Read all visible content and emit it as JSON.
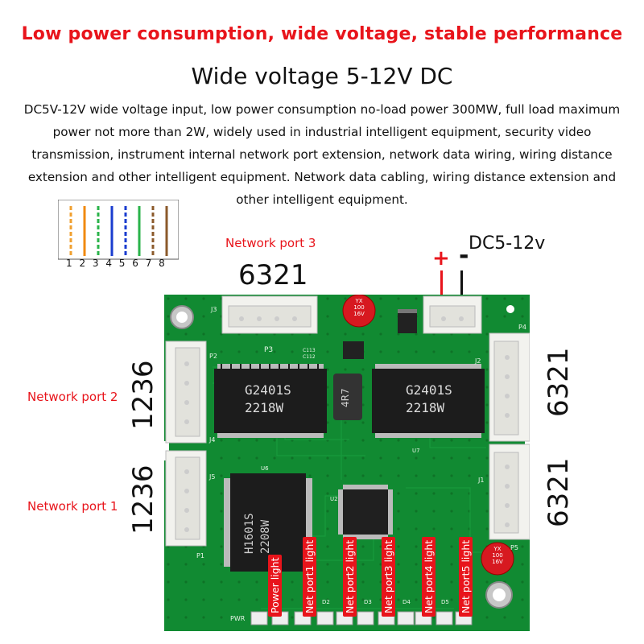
{
  "headline": "Low power consumption, wide voltage, stable performance",
  "subtitle": "Wide voltage 5-12V DC",
  "description": "DC5V-12V wide voltage input, low power consumption no-load power 300MW, full load maximum power not more than 2W, widely used in industrial intelligent equipment, security video transmission, instrument internal network port extension, network data wiring, wiring distance extension and other intelligent equipment. Network data cabling, wiring distance extension and other intelligent equipment.",
  "wiring": {
    "pin_numbers": "1 2 3 4 5 6 7 8"
  },
  "power": {
    "label": "DC5-12v",
    "plus": "+",
    "minus": "-"
  },
  "ports": {
    "port3": {
      "label": "Network port 3",
      "pins": "6321"
    },
    "port2": {
      "label": "Network port 2",
      "pins": "1236"
    },
    "port1": {
      "label": "Network port 1",
      "pins": "1236"
    },
    "port4": {
      "pins": "6321"
    },
    "port5": {
      "pins": "6321"
    }
  },
  "leds": [
    "Power light",
    "Net port1 light",
    "Net port2 light",
    "Net port3 light",
    "Net port4 light",
    "Net port5 light"
  ],
  "board": {
    "chip1": {
      "line1": "G2401S",
      "line2": "2218W"
    },
    "chip2": {
      "line1": "G2401S",
      "line2": "2218W"
    },
    "chip3": {
      "line1": "H1601S",
      "line2": "2208W"
    },
    "inductor": "4R7",
    "cap1": {
      "line1": "YX",
      "line2": "100",
      "line3": "16V"
    },
    "cap2": {
      "line1": "YX",
      "line2": "100",
      "line3": "16V"
    },
    "silk": [
      "J3",
      "P3",
      "P2",
      "J4",
      "J5",
      "P1",
      "J2",
      "J1",
      "P4",
      "P5",
      "PWR",
      "U6",
      "U7",
      "U2",
      "C113",
      "C112",
      "D2",
      "D3",
      "D4",
      "D5"
    ]
  }
}
